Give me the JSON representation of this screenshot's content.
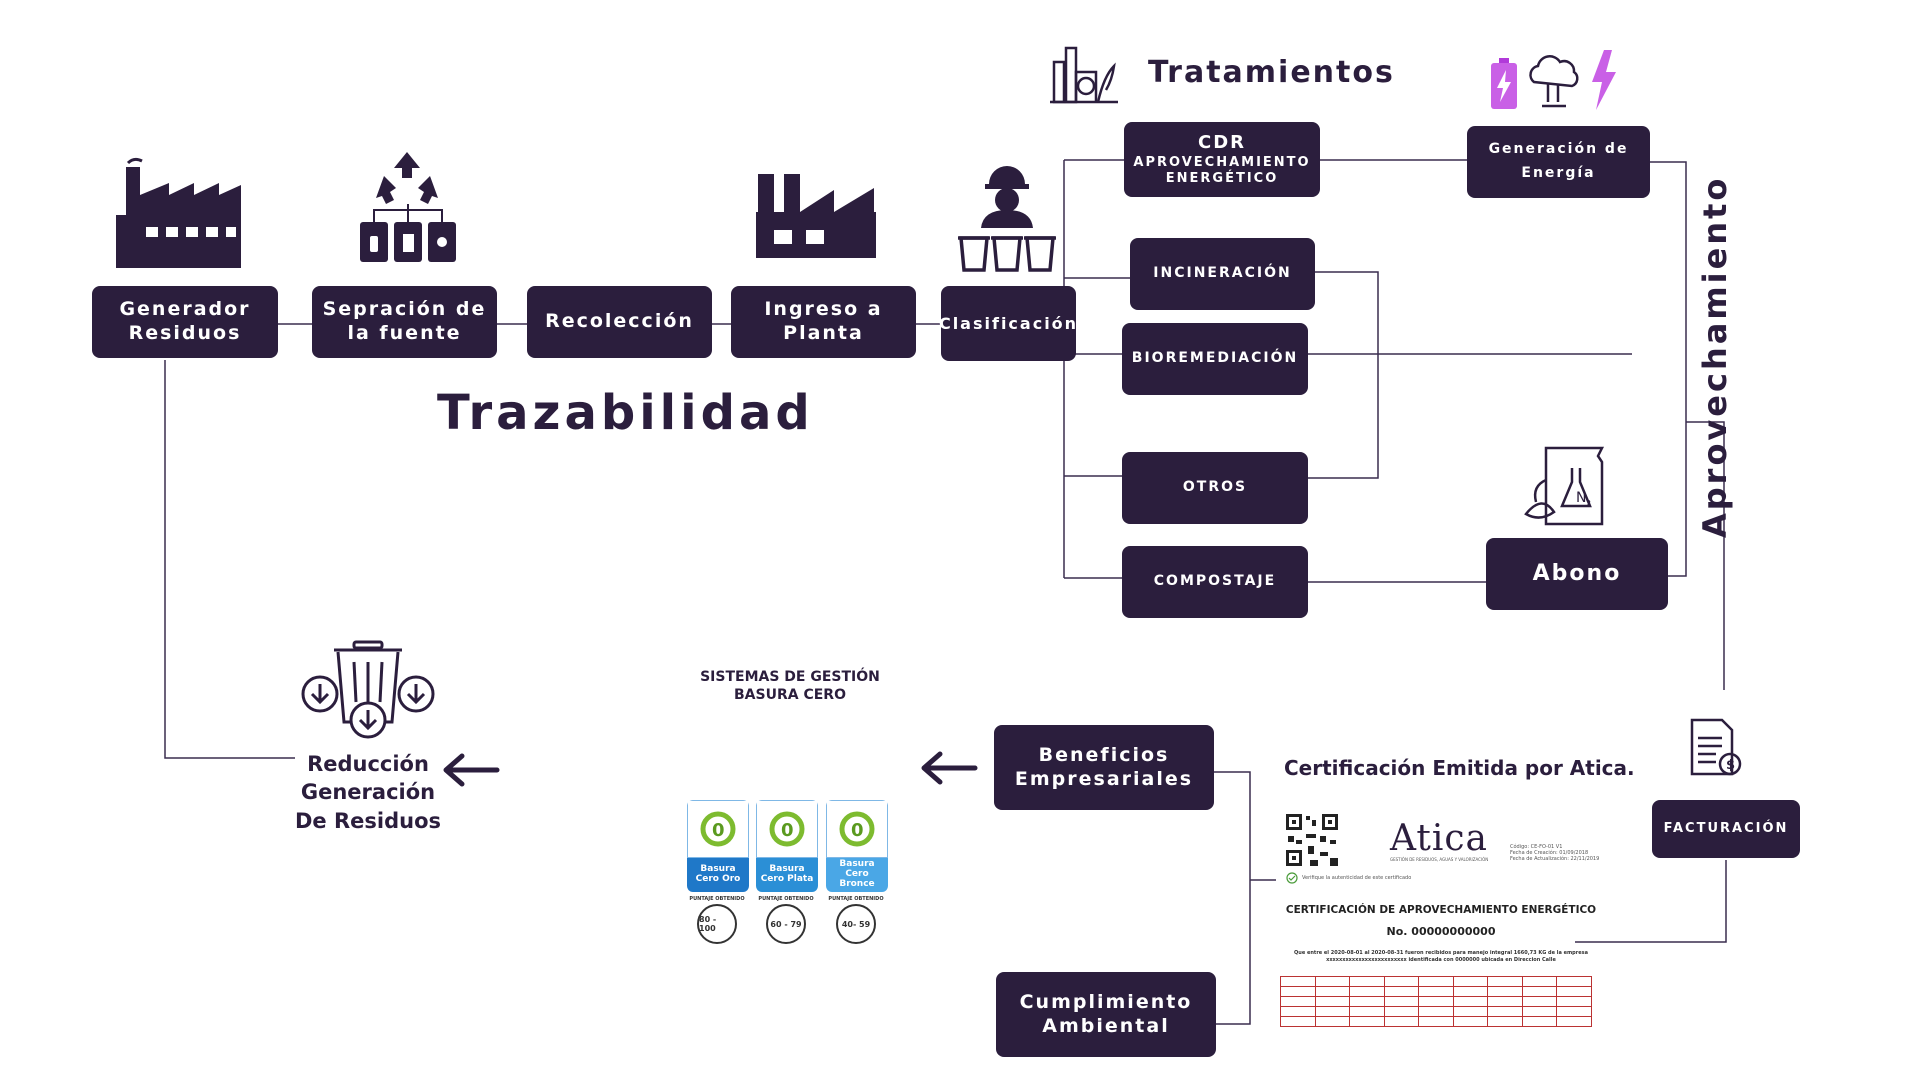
{
  "colors": {
    "primary": "#2b1e3d",
    "accent": "#b13ad9",
    "line": "#3a2d4f"
  },
  "header": {
    "treatments_title": "Tratamientos",
    "trace_title": "Trazabilidad",
    "use_title": "Aprovechamiento"
  },
  "flow": {
    "generador": [
      "Generador",
      "Residuos"
    ],
    "separacion": [
      "Sepración de",
      "la fuente"
    ],
    "recoleccion": "Recolección",
    "ingreso": [
      "Ingreso a",
      "Planta"
    ],
    "clasificacion": "Clasificación"
  },
  "treatments": {
    "cdr": [
      "CDR",
      "APROVECHAMIENTO",
      "ENERGÉTICO"
    ],
    "incineracion": "INCINERACIÓN",
    "bioremediacion": "BIOREMEDIACIÓN",
    "otros": "OTROS",
    "compostaje": "COMPOSTAJE"
  },
  "outputs": {
    "energia": [
      "Generación de",
      "Energía"
    ],
    "abono": "Abono",
    "facturacion": "FACTURACIÓN"
  },
  "bottom": {
    "beneficios": [
      "Beneficios",
      "Empresariales"
    ],
    "cumplimiento": [
      "Cumplimiento",
      "Ambiental"
    ],
    "reduccion": [
      "Reducción",
      "Generación",
      "De Residuos"
    ],
    "sistemas": [
      "SISTEMAS DE GESTIÓN",
      "BASURA CERO"
    ]
  },
  "badges": [
    {
      "top": "CERO",
      "level": "Basura Cero Oro",
      "color": "#1f78c8",
      "score": "80 - 100",
      "score_label": "PUNTAJE OBTENIDO"
    },
    {
      "top": "CERO",
      "level": "Basura Cero Plata",
      "color": "#2b8fd6",
      "score": "60 - 79",
      "score_label": "PUNTAJE OBTENIDO"
    },
    {
      "top": "CERO",
      "level": "Basura Cero Bronce",
      "color": "#4aa7e6",
      "score": "40- 59",
      "score_label": "PUNTAJE OBTENIDO"
    }
  ],
  "certificate": {
    "heading": "Certificación Emitida por Atica.",
    "brand": "Atica",
    "brand_sub": "GESTIÓN DE RESIDUOS, AGUAS Y VALORIZACIÓN",
    "code_lines": [
      "Código: CE-FO-01 V1",
      "Fecha de Creación: 01/09/2018",
      "Fecha de Actualización: 22/11/2019"
    ],
    "verify": "Verifique la autenticidad de este certificado",
    "cert_title": "CERTIFICACIÓN DE APROVECHAMIENTO ENERGÉTICO",
    "cert_no": "No. 00000000000",
    "cert_text": [
      "Que entre el 2020-08-01 al 2020-08-31 fueron recibidos para manejo integral 1660,73 KG de la empresa",
      "xxxxxxxxxxxxxxxxxxxxxxxxx  identificada con 0000000  ubicada en Direccion Calle"
    ]
  }
}
